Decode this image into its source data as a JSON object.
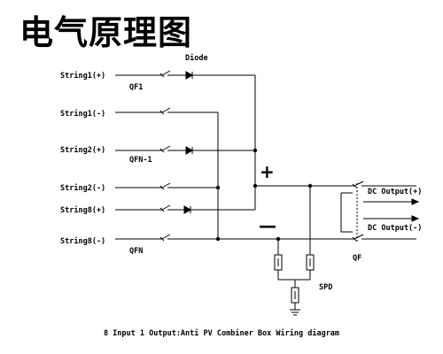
{
  "title": "电气原理图",
  "labels": {
    "diode": "Diode",
    "qf1": "QF1",
    "qfn_1": "QFN-1",
    "qfn": "QFN",
    "string1_pos": "String1(+)",
    "string1_neg": "String1(-)",
    "string2_pos": "String2(+)",
    "string2_neg": "String2(-)",
    "string8_pos": "String8(+)",
    "string8_neg": "String8(-)",
    "plus_sign": "+",
    "minus_sign": "—",
    "dc_out_pos": "DC Output(+)",
    "dc_out_neg": "DC Output(-)",
    "qf": "QF",
    "spd": "SPD"
  },
  "caption": "8 Input 1 Output:Anti PV Combiner Box Wiring diagram"
}
